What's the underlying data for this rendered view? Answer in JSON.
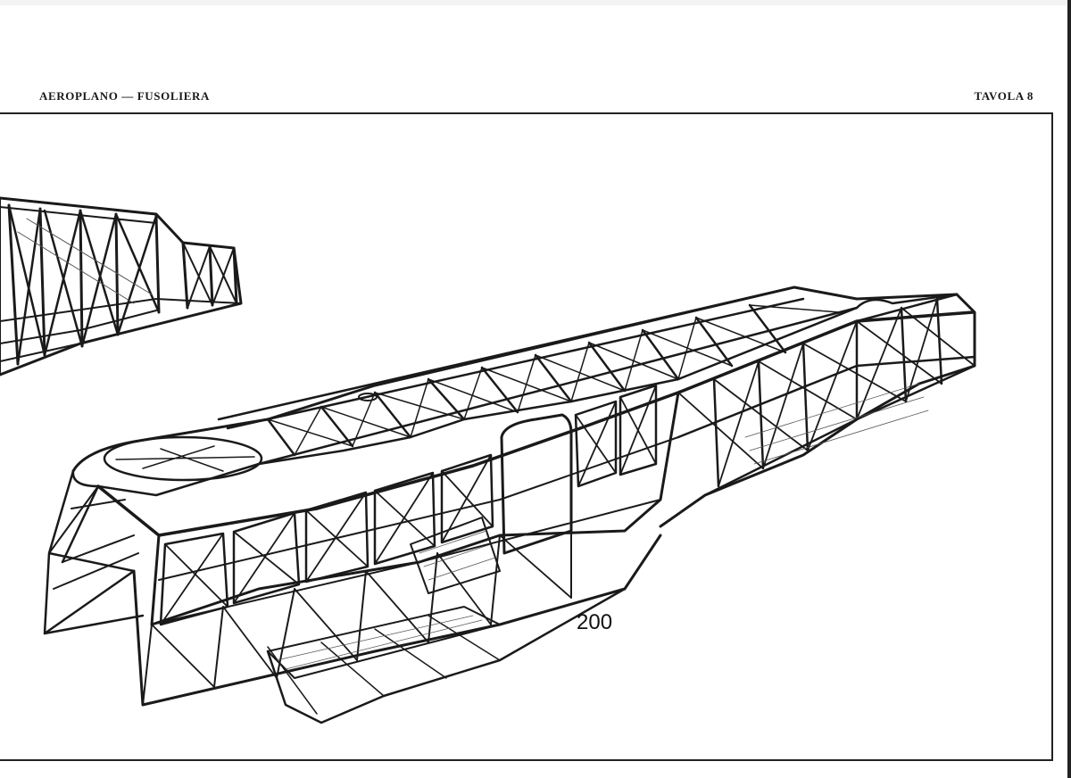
{
  "header": {
    "title": "AEROPLANO — FUSOLIERA",
    "plate": "TAVOLA 8"
  },
  "figure": {
    "number": "200",
    "illustration": "fuselage-truss-frame-drawing"
  },
  "colors": {
    "ink": "#1a1a1a",
    "paper": "#ffffff"
  }
}
